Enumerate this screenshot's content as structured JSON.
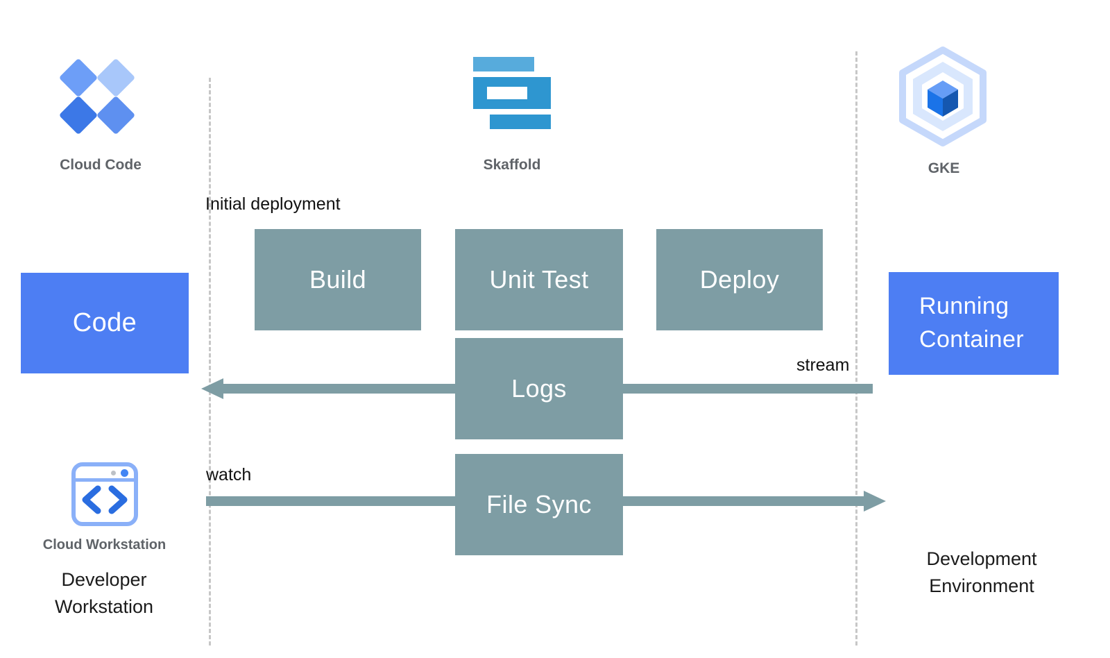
{
  "icons": {
    "cloud_code": {
      "label": "Cloud Code"
    },
    "skaffold": {
      "label": "Skaffold"
    },
    "gke": {
      "label": "GKE"
    },
    "cloud_workstation": {
      "label": "Cloud Workstation"
    }
  },
  "boxes": {
    "code": {
      "label": "Code"
    },
    "build": {
      "label": "Build"
    },
    "unit_test": {
      "label": "Unit Test"
    },
    "deploy": {
      "label": "Deploy"
    },
    "logs": {
      "label": "Logs"
    },
    "file_sync": {
      "label": "File Sync"
    },
    "running_container": {
      "label": "Running Container"
    }
  },
  "annotations": {
    "initial_deployment": "Initial deployment",
    "stream": "stream",
    "watch": "watch",
    "developer_workstation": "Developer Workstation",
    "development_environment": "Development Environment"
  },
  "colors": {
    "blue_box": "#4D7EF3",
    "teal_box": "#7E9DA4",
    "icon_label_gray": "#5F6368",
    "skaffold_dark": "#2E96D0",
    "skaffold_light": "#57ABDC",
    "gke_outline": "#C5D8FB",
    "gke_cube_top": "#669DF6",
    "gke_cube_left": "#1A73E8",
    "gke_cube_right": "#1557B0",
    "dashed_line": "#C7C7C7"
  }
}
